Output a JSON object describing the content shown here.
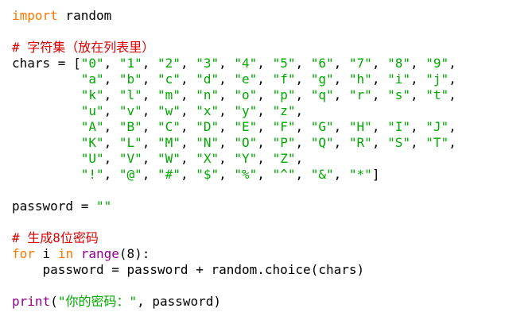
{
  "editor": {
    "lines": [
      [
        {
          "t": "import",
          "c": "kw"
        },
        {
          "t": " random",
          "c": "tx"
        }
      ],
      [],
      [
        {
          "t": "# 字符集（放在列表里）",
          "c": "cm"
        }
      ],
      [
        {
          "t": "chars = [",
          "c": "tx"
        },
        {
          "t": "\"0\"",
          "c": "str"
        },
        {
          "t": ", ",
          "c": "tx"
        },
        {
          "t": "\"1\"",
          "c": "str"
        },
        {
          "t": ", ",
          "c": "tx"
        },
        {
          "t": "\"2\"",
          "c": "str"
        },
        {
          "t": ", ",
          "c": "tx"
        },
        {
          "t": "\"3\"",
          "c": "str"
        },
        {
          "t": ", ",
          "c": "tx"
        },
        {
          "t": "\"4\"",
          "c": "str"
        },
        {
          "t": ", ",
          "c": "tx"
        },
        {
          "t": "\"5\"",
          "c": "str"
        },
        {
          "t": ", ",
          "c": "tx"
        },
        {
          "t": "\"6\"",
          "c": "str"
        },
        {
          "t": ", ",
          "c": "tx"
        },
        {
          "t": "\"7\"",
          "c": "str"
        },
        {
          "t": ", ",
          "c": "tx"
        },
        {
          "t": "\"8\"",
          "c": "str"
        },
        {
          "t": ", ",
          "c": "tx"
        },
        {
          "t": "\"9\"",
          "c": "str"
        },
        {
          "t": ",",
          "c": "tx"
        }
      ],
      [
        {
          "t": "         ",
          "c": "tx"
        },
        {
          "t": "\"a\"",
          "c": "str"
        },
        {
          "t": ", ",
          "c": "tx"
        },
        {
          "t": "\"b\"",
          "c": "str"
        },
        {
          "t": ", ",
          "c": "tx"
        },
        {
          "t": "\"c\"",
          "c": "str"
        },
        {
          "t": ", ",
          "c": "tx"
        },
        {
          "t": "\"d\"",
          "c": "str"
        },
        {
          "t": ", ",
          "c": "tx"
        },
        {
          "t": "\"e\"",
          "c": "str"
        },
        {
          "t": ", ",
          "c": "tx"
        },
        {
          "t": "\"f\"",
          "c": "str"
        },
        {
          "t": ", ",
          "c": "tx"
        },
        {
          "t": "\"g\"",
          "c": "str"
        },
        {
          "t": ", ",
          "c": "tx"
        },
        {
          "t": "\"h\"",
          "c": "str"
        },
        {
          "t": ", ",
          "c": "tx"
        },
        {
          "t": "\"i\"",
          "c": "str"
        },
        {
          "t": ", ",
          "c": "tx"
        },
        {
          "t": "\"j\"",
          "c": "str"
        },
        {
          "t": ",",
          "c": "tx"
        }
      ],
      [
        {
          "t": "         ",
          "c": "tx"
        },
        {
          "t": "\"k\"",
          "c": "str"
        },
        {
          "t": ", ",
          "c": "tx"
        },
        {
          "t": "\"l\"",
          "c": "str"
        },
        {
          "t": ", ",
          "c": "tx"
        },
        {
          "t": "\"m\"",
          "c": "str"
        },
        {
          "t": ", ",
          "c": "tx"
        },
        {
          "t": "\"n\"",
          "c": "str"
        },
        {
          "t": ", ",
          "c": "tx"
        },
        {
          "t": "\"o\"",
          "c": "str"
        },
        {
          "t": ", ",
          "c": "tx"
        },
        {
          "t": "\"p\"",
          "c": "str"
        },
        {
          "t": ", ",
          "c": "tx"
        },
        {
          "t": "\"q\"",
          "c": "str"
        },
        {
          "t": ", ",
          "c": "tx"
        },
        {
          "t": "\"r\"",
          "c": "str"
        },
        {
          "t": ", ",
          "c": "tx"
        },
        {
          "t": "\"s\"",
          "c": "str"
        },
        {
          "t": ", ",
          "c": "tx"
        },
        {
          "t": "\"t\"",
          "c": "str"
        },
        {
          "t": ",",
          "c": "tx"
        }
      ],
      [
        {
          "t": "         ",
          "c": "tx"
        },
        {
          "t": "\"u\"",
          "c": "str"
        },
        {
          "t": ", ",
          "c": "tx"
        },
        {
          "t": "\"v\"",
          "c": "str"
        },
        {
          "t": ", ",
          "c": "tx"
        },
        {
          "t": "\"w\"",
          "c": "str"
        },
        {
          "t": ", ",
          "c": "tx"
        },
        {
          "t": "\"x\"",
          "c": "str"
        },
        {
          "t": ", ",
          "c": "tx"
        },
        {
          "t": "\"y\"",
          "c": "str"
        },
        {
          "t": ", ",
          "c": "tx"
        },
        {
          "t": "\"z\"",
          "c": "str"
        },
        {
          "t": ",",
          "c": "tx"
        }
      ],
      [
        {
          "t": "         ",
          "c": "tx"
        },
        {
          "t": "\"A\"",
          "c": "str"
        },
        {
          "t": ", ",
          "c": "tx"
        },
        {
          "t": "\"B\"",
          "c": "str"
        },
        {
          "t": ", ",
          "c": "tx"
        },
        {
          "t": "\"C\"",
          "c": "str"
        },
        {
          "t": ", ",
          "c": "tx"
        },
        {
          "t": "\"D\"",
          "c": "str"
        },
        {
          "t": ", ",
          "c": "tx"
        },
        {
          "t": "\"E\"",
          "c": "str"
        },
        {
          "t": ", ",
          "c": "tx"
        },
        {
          "t": "\"F\"",
          "c": "str"
        },
        {
          "t": ", ",
          "c": "tx"
        },
        {
          "t": "\"G\"",
          "c": "str"
        },
        {
          "t": ", ",
          "c": "tx"
        },
        {
          "t": "\"H\"",
          "c": "str"
        },
        {
          "t": ", ",
          "c": "tx"
        },
        {
          "t": "\"I\"",
          "c": "str"
        },
        {
          "t": ", ",
          "c": "tx"
        },
        {
          "t": "\"J\"",
          "c": "str"
        },
        {
          "t": ",",
          "c": "tx"
        }
      ],
      [
        {
          "t": "         ",
          "c": "tx"
        },
        {
          "t": "\"K\"",
          "c": "str"
        },
        {
          "t": ", ",
          "c": "tx"
        },
        {
          "t": "\"L\"",
          "c": "str"
        },
        {
          "t": ", ",
          "c": "tx"
        },
        {
          "t": "\"M\"",
          "c": "str"
        },
        {
          "t": ", ",
          "c": "tx"
        },
        {
          "t": "\"N\"",
          "c": "str"
        },
        {
          "t": ", ",
          "c": "tx"
        },
        {
          "t": "\"O\"",
          "c": "str"
        },
        {
          "t": ", ",
          "c": "tx"
        },
        {
          "t": "\"P\"",
          "c": "str"
        },
        {
          "t": ", ",
          "c": "tx"
        },
        {
          "t": "\"Q\"",
          "c": "str"
        },
        {
          "t": ", ",
          "c": "tx"
        },
        {
          "t": "\"R\"",
          "c": "str"
        },
        {
          "t": ", ",
          "c": "tx"
        },
        {
          "t": "\"S\"",
          "c": "str"
        },
        {
          "t": ", ",
          "c": "tx"
        },
        {
          "t": "\"T\"",
          "c": "str"
        },
        {
          "t": ",",
          "c": "tx"
        }
      ],
      [
        {
          "t": "         ",
          "c": "tx"
        },
        {
          "t": "\"U\"",
          "c": "str"
        },
        {
          "t": ", ",
          "c": "tx"
        },
        {
          "t": "\"V\"",
          "c": "str"
        },
        {
          "t": ", ",
          "c": "tx"
        },
        {
          "t": "\"W\"",
          "c": "str"
        },
        {
          "t": ", ",
          "c": "tx"
        },
        {
          "t": "\"X\"",
          "c": "str"
        },
        {
          "t": ", ",
          "c": "tx"
        },
        {
          "t": "\"Y\"",
          "c": "str"
        },
        {
          "t": ", ",
          "c": "tx"
        },
        {
          "t": "\"Z\"",
          "c": "str"
        },
        {
          "t": ",",
          "c": "tx"
        }
      ],
      [
        {
          "t": "         ",
          "c": "tx"
        },
        {
          "t": "\"!\"",
          "c": "str"
        },
        {
          "t": ", ",
          "c": "tx"
        },
        {
          "t": "\"@\"",
          "c": "str"
        },
        {
          "t": ", ",
          "c": "tx"
        },
        {
          "t": "\"#\"",
          "c": "str"
        },
        {
          "t": ", ",
          "c": "tx"
        },
        {
          "t": "\"$\"",
          "c": "str"
        },
        {
          "t": ", ",
          "c": "tx"
        },
        {
          "t": "\"%\"",
          "c": "str"
        },
        {
          "t": ", ",
          "c": "tx"
        },
        {
          "t": "\"^\"",
          "c": "str"
        },
        {
          "t": ", ",
          "c": "tx"
        },
        {
          "t": "\"&\"",
          "c": "str"
        },
        {
          "t": ", ",
          "c": "tx"
        },
        {
          "t": "\"*\"",
          "c": "str"
        },
        {
          "t": "]",
          "c": "tx"
        }
      ],
      [],
      [
        {
          "t": "password = ",
          "c": "tx"
        },
        {
          "t": "\"\"",
          "c": "str"
        }
      ],
      [],
      [
        {
          "t": "# 生成8位密码",
          "c": "cm"
        }
      ],
      [
        {
          "t": "for",
          "c": "kw"
        },
        {
          "t": " i ",
          "c": "tx"
        },
        {
          "t": "in",
          "c": "kw"
        },
        {
          "t": " ",
          "c": "tx"
        },
        {
          "t": "range",
          "c": "bi"
        },
        {
          "t": "(8):",
          "c": "tx"
        }
      ],
      [
        {
          "t": "    password = password + random.choice(chars)",
          "c": "tx"
        }
      ],
      [],
      [
        {
          "t": "print",
          "c": "bi"
        },
        {
          "t": "(",
          "c": "tx"
        },
        {
          "t": "\"你的密码：\"",
          "c": "str"
        },
        {
          "t": ", password)",
          "c": "tx"
        }
      ]
    ]
  }
}
